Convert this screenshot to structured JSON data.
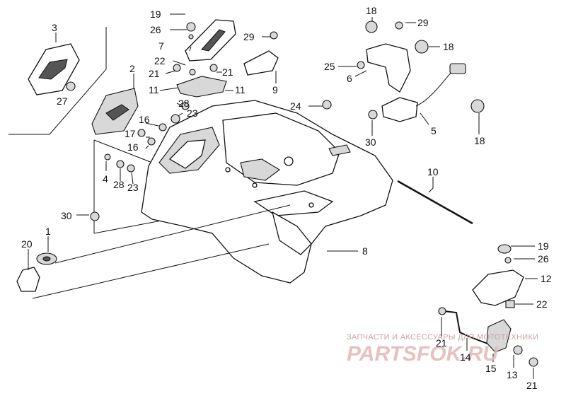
{
  "callouts": {
    "c1": "1",
    "c2": "2",
    "c3": "3",
    "c4": "4",
    "c5": "5",
    "c6": "6",
    "c7": "7",
    "c8": "8",
    "c9": "9",
    "c10": "10",
    "c11a": "11",
    "c11b": "11",
    "c12": "12",
    "c13": "13",
    "c14": "14",
    "c15": "15",
    "c16a": "16",
    "c16b": "16",
    "c17": "17",
    "c18a": "18",
    "c18b": "18",
    "c18c": "18",
    "c19a": "19",
    "c19b": "19",
    "c20": "20",
    "c21a": "21",
    "c21b": "21",
    "c21c": "21",
    "c21d": "21",
    "c22a": "22",
    "c22b": "22",
    "c23a": "23",
    "c23b": "23",
    "c24": "24",
    "c25": "25",
    "c26a": "26",
    "c26b": "26",
    "c27": "27",
    "c28a": "28",
    "c28b": "28",
    "c29a": "29",
    "c29b": "29",
    "c30a": "30",
    "c30b": "30"
  },
  "watermark": {
    "line1": "ЗАПЧАСТИ И АКСЕССУАРЫ ДЛЯ МОТОТЕХНИКИ",
    "line2": "PARTSFOK.RU"
  }
}
